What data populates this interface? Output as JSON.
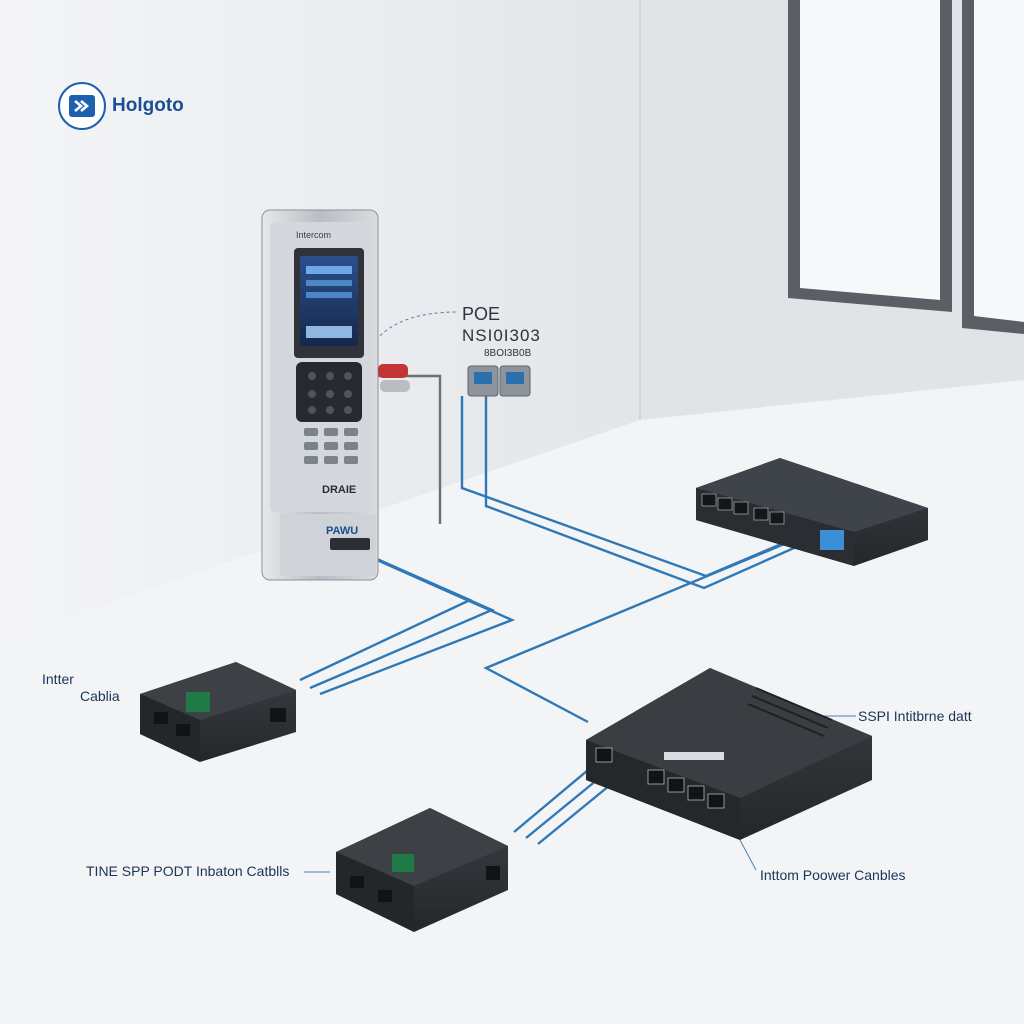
{
  "brand": {
    "name": "Holgoto",
    "logo_icon": "arrow-logo-icon"
  },
  "callouts": {
    "poe_title": "POE",
    "poe_model": "NSI0I303",
    "poe_sub": "8BOI3B0B",
    "inter_line1": "Intter",
    "inter_line2": "Cablia",
    "sfp_uplink": "SSPI Intitbrne datt",
    "sfp_port": "TINE SPP PODT Inbaton Catblls",
    "power": "Inttom Poower Canbles"
  },
  "device": {
    "top_label": "Intercom",
    "model": "DRAIE",
    "plate": "PAWU"
  },
  "colors": {
    "cable": "#2f78b8",
    "device_dark": "#2e3134",
    "metal": "#c9cdd2",
    "label": "#1a3556"
  }
}
